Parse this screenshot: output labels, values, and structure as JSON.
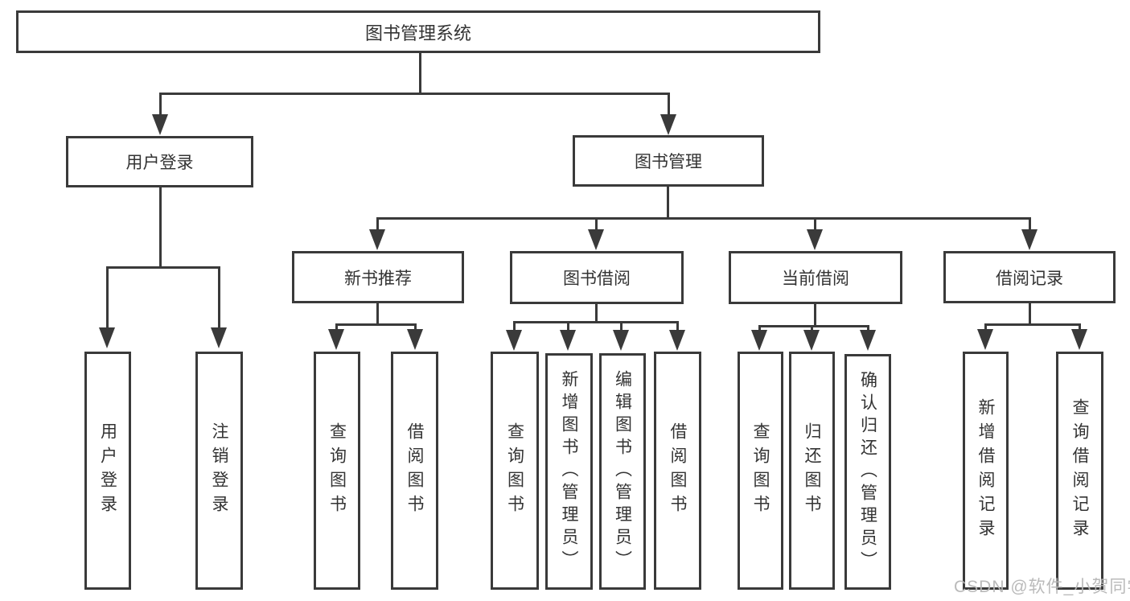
{
  "diagram": {
    "title": "图书管理系统",
    "branches": {
      "user_login": {
        "label": "用户登录",
        "children": [
          "用户登录",
          "注销登录"
        ]
      },
      "book_mgmt": {
        "label": "图书管理",
        "children": {
          "new_books": {
            "label": "新书推荐",
            "children": [
              "查询图书",
              "借阅图书"
            ]
          },
          "borrowing": {
            "label": "图书借阅",
            "children": [
              "查询图书",
              "新增图书（管理员）",
              "编辑图书（管理员）",
              "借阅图书"
            ]
          },
          "current": {
            "label": "当前借阅",
            "children": [
              "查询图书",
              "归还图书",
              "确认归还（管理员）"
            ]
          },
          "records": {
            "label": "借阅记录",
            "children": [
              "新增借阅记录",
              "查询借阅记录"
            ]
          }
        }
      }
    },
    "watermark": "CSDN @软件_小贺同学",
    "colors": {
      "line": "#3a3a3a",
      "text": "#333333",
      "watermark": "#b6b6b6",
      "background": "#ffffff"
    }
  }
}
